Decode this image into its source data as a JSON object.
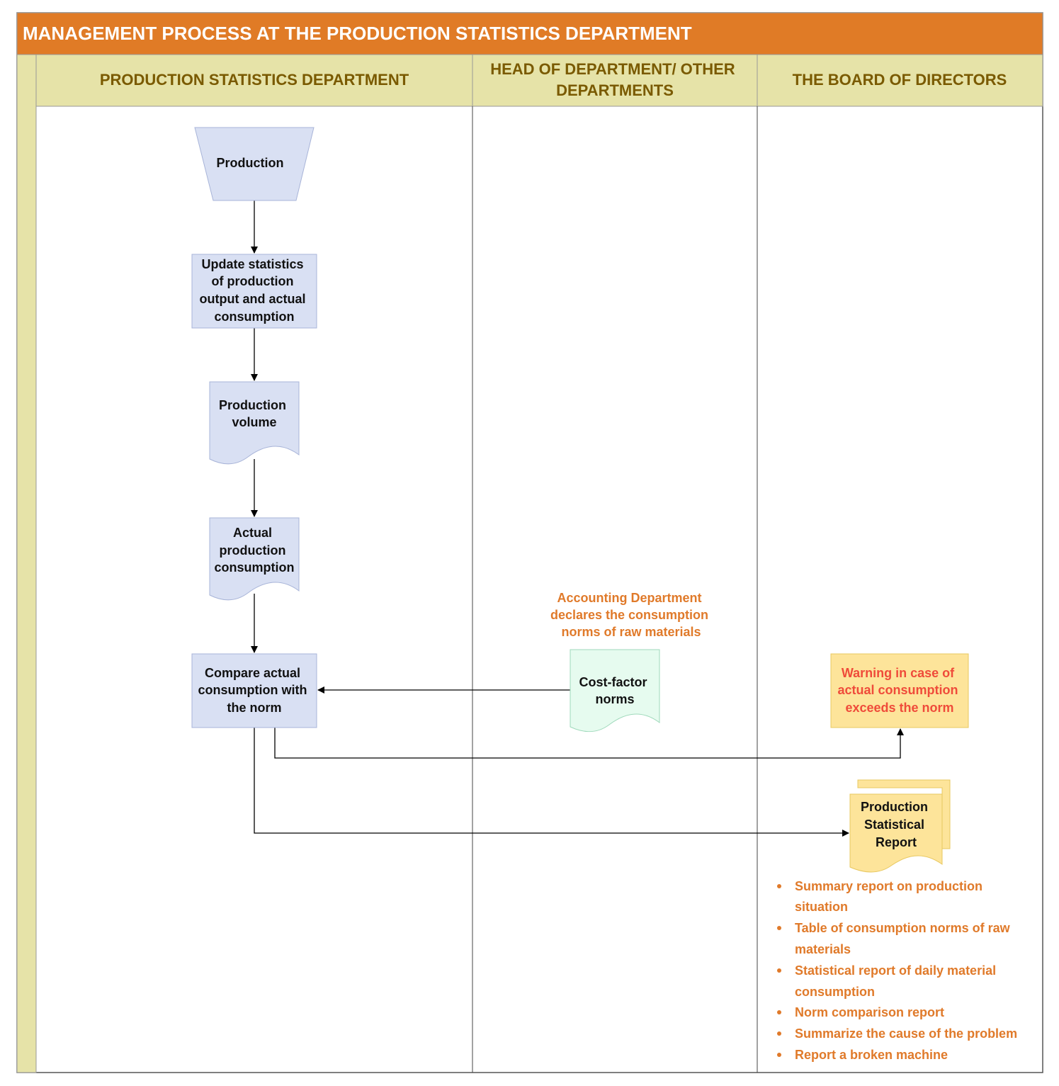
{
  "title": "MANAGEMENT PROCESS AT THE PRODUCTION STATISTICS DEPARTMENT",
  "lanes": [
    {
      "label": [
        "PRODUCTION STATISTICS DEPARTMENT"
      ]
    },
    {
      "label": [
        "HEAD OF DEPARTMENT/ OTHER",
        "DEPARTMENTS"
      ]
    },
    {
      "label": [
        "THE BOARD OF DIRECTORS"
      ]
    }
  ],
  "nodes": {
    "production": {
      "lines": [
        "Production"
      ],
      "shape": "manual-operation"
    },
    "update_statistics": {
      "lines": [
        "Update statistics",
        "of production",
        "output and actual",
        "consumption"
      ],
      "shape": "process"
    },
    "production_volume": {
      "lines": [
        "Production",
        "volume"
      ],
      "shape": "document"
    },
    "actual_consumption": {
      "lines": [
        "Actual",
        "production",
        "consumption"
      ],
      "shape": "document"
    },
    "compare": {
      "lines": [
        "Compare actual",
        "consumption with",
        "the norm"
      ],
      "shape": "process"
    },
    "cost_factor": {
      "lines": [
        "Cost-factor",
        "norms"
      ],
      "shape": "document"
    },
    "warning": {
      "lines": [
        "Warning in case of",
        "actual consumption",
        "exceeds the norm"
      ],
      "shape": "process"
    },
    "report": {
      "lines": [
        "Production",
        "Statistical",
        "Report"
      ],
      "shape": "multi-document"
    }
  },
  "annotations": {
    "accounting": [
      "Accounting Department",
      "declares the consumption",
      "norms of raw materials"
    ]
  },
  "report_items": [
    [
      "Summary report on production",
      "situation"
    ],
    [
      "Table of consumption norms of raw",
      "materials"
    ],
    [
      "Statistical report of daily material",
      "consumption"
    ],
    [
      "Norm comparison report"
    ],
    [
      "Summarize the cause of the problem"
    ],
    [
      "Report a broken machine"
    ]
  ],
  "colors": {
    "title_bar": "#e07b26",
    "lane_header": "#e6e3a8",
    "side_strip": "#e6e3a8",
    "node_blue": "#d9e0f3",
    "node_green": "#e6fbef",
    "node_yellow": "#fde49a",
    "annotation_text": "#e07a2a",
    "warning_text": "#ef4b3a",
    "lane_header_text": "#7a5a00"
  }
}
